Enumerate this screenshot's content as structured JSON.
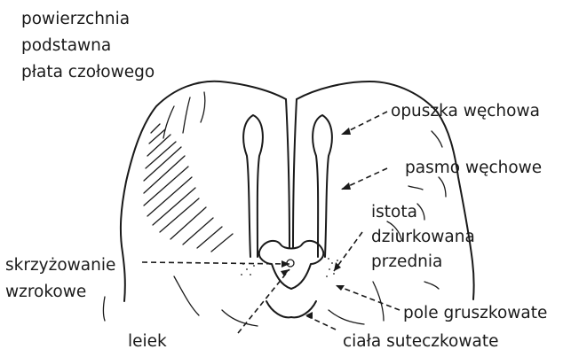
{
  "labels": {
    "frontal_base_1": "powierzchnia",
    "frontal_base_2": "podstawna",
    "frontal_base_3": "płata czołowego",
    "olfactory_bulb": "opuszka węchowa",
    "olfactory_tract": "pasmo węchowe",
    "anterior_perforated_1": "istota",
    "anterior_perforated_2": "dziurkowana",
    "anterior_perforated_3": "przednia",
    "optic_chiasm_1": "skrzyżowanie",
    "optic_chiasm_2": "wzrokowe",
    "piriform_area": "pole gruszkowate",
    "infundibulum": "leiek",
    "mammillary_bodies": "ciała suteczkowate"
  }
}
